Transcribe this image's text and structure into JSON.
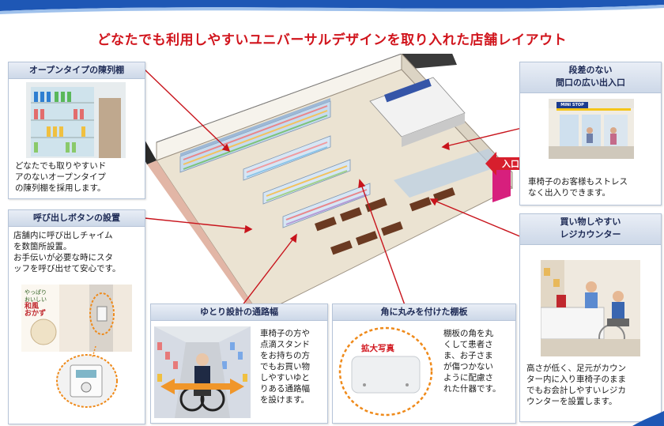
{
  "title": "どなたでも利用しやすいユニバーサルデザインを取り入れた店舗レイアウト",
  "colors": {
    "title_red": "#d1151d",
    "leader_red": "#c8141c",
    "panel_border": "#b6c4d8",
    "header_navy": "#1d2a55",
    "arrow_orange": "#f0962a",
    "entrance_magenta": "#d71f7d"
  },
  "panels": {
    "open_shelf": {
      "title": "オープンタイプの陳列棚",
      "lines": [
        "どなたでも取りやすいド",
        "アのないオープンタイプ",
        "の陳列棚を採用します。"
      ]
    },
    "call_button": {
      "title": "呼び出しボタンの設置",
      "lines": [
        "店舗内に呼び出しチャイム",
        "を数箇所設置。",
        "お手伝いが必要な時にスタ",
        "ッフを呼び出せて安心です。"
      ]
    },
    "aisle": {
      "title": "ゆとり設計の通路幅",
      "lines": [
        "車椅子の方や",
        "点滴スタンド",
        "をお持ちの方",
        "でもお買い物",
        "しやすいゆと",
        "りある通路幅",
        "を設けます。"
      ]
    },
    "rounded_shelf": {
      "title": "角に丸みを付けた棚板",
      "badge": "拡大写真",
      "lines": [
        "棚板の角を丸",
        "くして患者さ",
        "ま、お子さま",
        "が傷つかない",
        "ように配慮さ",
        "れた什器です。"
      ]
    },
    "entrance": {
      "title_lines": [
        "段差のない",
        "間口の広い出入口"
      ],
      "sign": "MINI STOP",
      "lines": [
        "車椅子のお客様もストレス",
        "なく出入りできます。"
      ]
    },
    "register": {
      "title_lines": [
        "買い物しやすい",
        "レジカウンター"
      ],
      "lines": [
        "高さが低く、足元がカウン",
        "ター内に入り車椅子のまま",
        "でもお会計しやすいレジカ",
        "ウンターを設置します。"
      ]
    }
  },
  "store": {
    "entrance_label": "入口"
  },
  "call_photo_text": [
    "やっぱり",
    "おいしい",
    "和風",
    "おかず"
  ]
}
